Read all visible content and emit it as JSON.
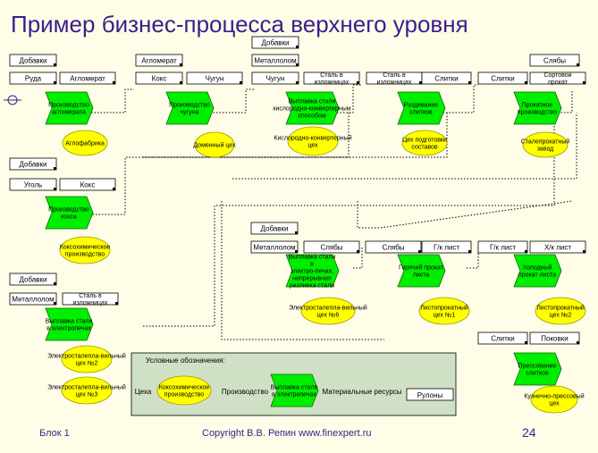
{
  "slide": {
    "title": "Пример бизнес-процесса верхнего уровня",
    "footer_left": "Блок 1",
    "footer_center": "Copyright В.В. Репин www.finexpert.ru",
    "page_number": "24"
  },
  "colors": {
    "resource_fill": "#ffffff",
    "process_fill": "#00ee00",
    "shop_fill": "#ffff00",
    "legend_fill": "#cfe0c4",
    "title": "#3b1e8c",
    "connector": "#000000"
  },
  "resources": [
    "Добавки",
    "Руда",
    "Агломерат",
    "Агломерат",
    "Кокс",
    "Чугун",
    "Добавки",
    "Металлолом",
    "Чугун",
    "Сталь в изложницах",
    "Сталь в изложницах",
    "Слитки",
    "Слитки",
    "Слябы",
    "Сортовой прокат",
    "Добавки",
    "Уголь",
    "Кокс",
    "Добавки",
    "Металлолом",
    "Слябы",
    "Слябы",
    "Г/к лист",
    "Г/к лист",
    "Х/к лист",
    "Добавки",
    "Металлолом",
    "Сталь в изложницах",
    "Слитки",
    "Поковки"
  ],
  "processes": [
    "Производство агломерата",
    "Производство чугуна",
    "Выплавка стали кислородно-конвертерным способом",
    "Раздевание слитков",
    "Прокатное производство",
    "Производство кокса",
    "Выплавка стали в электро-печах, непрерывная разливка стали",
    "Горячий прокат листа",
    "Холодный прокат листа",
    "Выплавка стали в электропечах",
    "Прессование слитков"
  ],
  "shops": [
    "Аглофабрика",
    "Доменный цех",
    "Кислородно-конвертерный цех",
    "Цех подготовки составов",
    "Сталепрокатный завод",
    "Коксохимическое производство",
    "Электросталепла-вильный цех №6",
    "Листопрокатный цех №1",
    "Листопрокатный цех №2",
    "Электросталепла-вильный цех №2",
    "Электросталепла-вильный цех №3",
    "Кузнечно-прессовый цех"
  ],
  "legend": {
    "title": "Условные обозначения:",
    "shop_label": "Цеха",
    "shop_example": "Коксохимическое производство",
    "process_label": "Производство",
    "process_example": "Выплавка стали в электропечах",
    "resource_label": "Материальные ресурсы",
    "resource_example": "Рулоны"
  }
}
